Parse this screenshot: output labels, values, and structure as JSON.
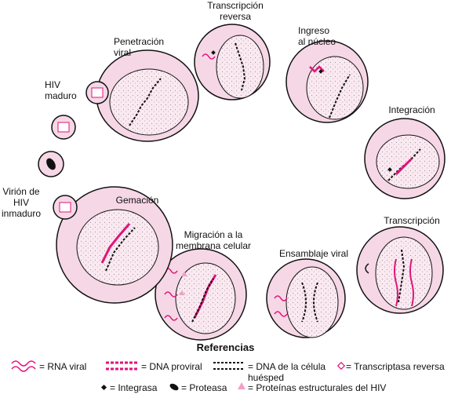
{
  "stages": {
    "transcripcion_reversa": "Transcripción\nreversa",
    "penetracion_viral": "Penetración\nviral",
    "ingreso_nucleo": "Ingreso\nal núcleo",
    "hiv_maduro": "HIV\nmaduro",
    "integracion": "Integración",
    "virion_inmaduro": "Virión de\nHIV\ninmaduro",
    "gemacion": "Gemación",
    "transcripcion": "Transcripción",
    "migracion": "Migración a la\nmembrana celular",
    "ensamblaje": "Ensamblaje viral"
  },
  "references": {
    "title": "Referencias",
    "rna_viral": "= RNA viral",
    "dna_proviral": "= DNA proviral",
    "dna_host": "= DNA de la célula\nhuésped",
    "rt": "= Transcriptasa reversa",
    "integrasa": "= Integrasa",
    "proteasa": "= Proteasa",
    "proteinas": "= Proteínas estructurales del HIV"
  },
  "colors": {
    "cell_fill": "#f6d7e6",
    "nucleus_fill": "#fbe9f1",
    "magenta": "#e0147a",
    "black": "#111111"
  }
}
